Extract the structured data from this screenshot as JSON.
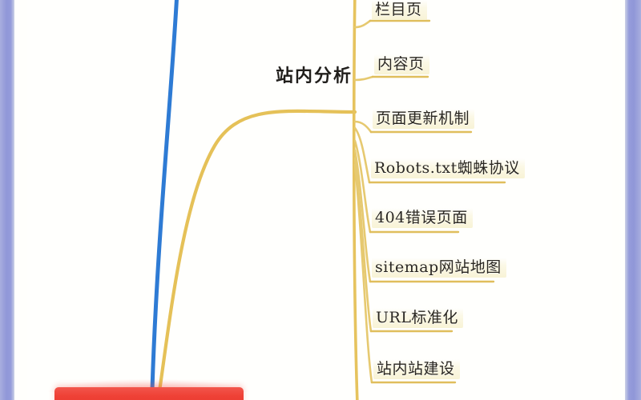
{
  "diagram": {
    "type": "mind-map",
    "title_visible": false,
    "orientation": "left-to-right",
    "colors": {
      "root_bar": "#ef4136",
      "blue_branch": "#2e7bd4",
      "gold_branch": "#e5c158",
      "page_edge": "#9097d8",
      "label_text": "#2a2722",
      "label_highlight": "#f7f1cf",
      "background": "#fffffd"
    },
    "root": {
      "shape": "rounded-bar",
      "label": ""
    },
    "main_branch": {
      "label": "站内分析",
      "color": "#e5c158"
    },
    "secondary_branch": {
      "label": "",
      "color": "#2e7bd4"
    },
    "leaves": [
      {
        "label": "栏目页"
      },
      {
        "label": "内容页"
      },
      {
        "label": "页面更新机制"
      },
      {
        "label": "Robots.txt蜘蛛协议"
      },
      {
        "label": "404错误页面"
      },
      {
        "label": "sitemap网站地图"
      },
      {
        "label": "URL标准化"
      },
      {
        "label": "站内站建设"
      }
    ]
  }
}
